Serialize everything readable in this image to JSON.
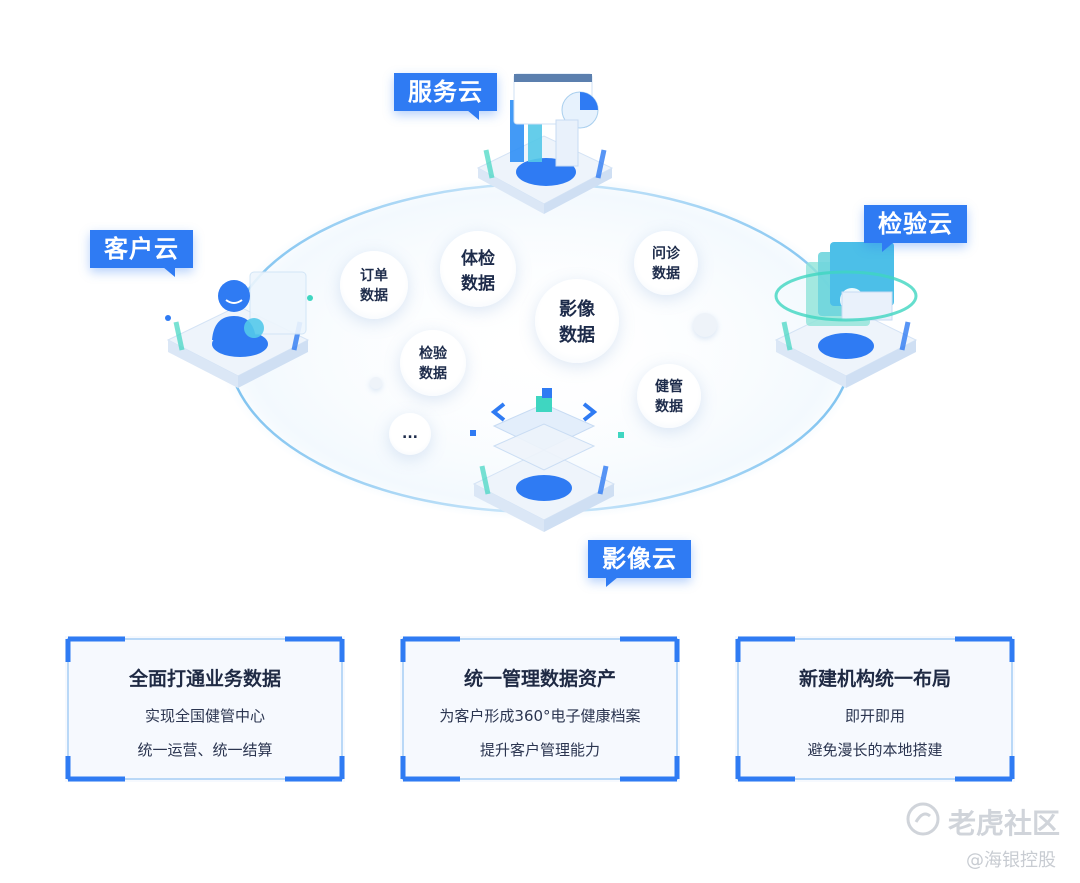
{
  "nodes": {
    "service": "服务云",
    "customer": "客户云",
    "inspection": "检验云",
    "imaging": "影像云"
  },
  "data_bubbles": {
    "order": "订单\n数据",
    "physical": "体检\n数据",
    "consult": "问诊\n数据",
    "image": "影像\n数据",
    "lab": "检验\n数据",
    "health": "健管\n数据",
    "more": "..."
  },
  "cards": [
    {
      "title": "全面打通业务数据",
      "line1": "实现全国健管中心",
      "line2": "统一运营、统一结算"
    },
    {
      "title": "统一管理数据资产",
      "line1": "为客户形成360°电子健康档案",
      "line2": "提升客户管理能力"
    },
    {
      "title": "新建机构统一布局",
      "line1": "即开即用",
      "line2": "避免漫长的本地搭建"
    }
  ],
  "watermark": {
    "brand": "老虎社区",
    "handle": "@海银控股"
  },
  "colors": {
    "accent": "#2f7bf3",
    "teal": "#3fd6c1",
    "ring": "#a9d4f5"
  }
}
